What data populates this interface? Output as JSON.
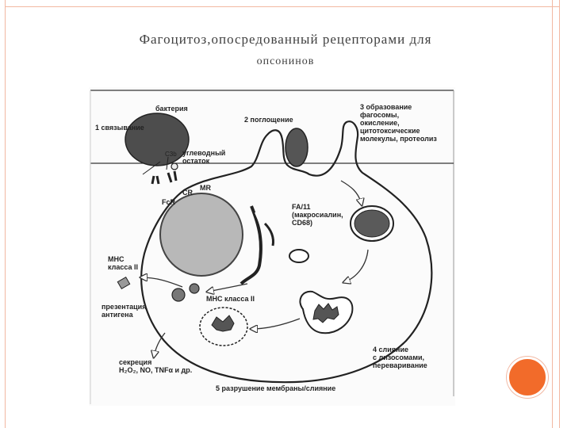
{
  "title_line1": "Фагоцитоз,опосредованный рецепторами для",
  "title_line2": "опсонинов",
  "labels": {
    "step1": "1 связывание",
    "bacterium": "бактерия",
    "c3b": "C3b",
    "carb": "углеводный\nостаток",
    "fcr": "FcR",
    "cr": "CR",
    "mr": "MR",
    "step2": "2 поглощение",
    "step3": "3 образование\nфагосомы,\nокисление,\nцитотоксические\nмолекулы, протеолиз",
    "fa11": "FA/11\n(макросиалин,\nCD68)",
    "mhc_left": "MHC\nкласса II",
    "antigen": "презентация\nантигена",
    "mhc_inside": "MHC класса II",
    "secretion": "секреция\nH₂O₂, NO, TNFα и др.",
    "step4": "4 слияние\nс лизосомами,\nпереваривание",
    "step5": "5 разрушение мембраны/слияние"
  },
  "colors": {
    "frame": "#f2b8a2",
    "accent_dot": "#f26b2a",
    "title": "#404040"
  }
}
